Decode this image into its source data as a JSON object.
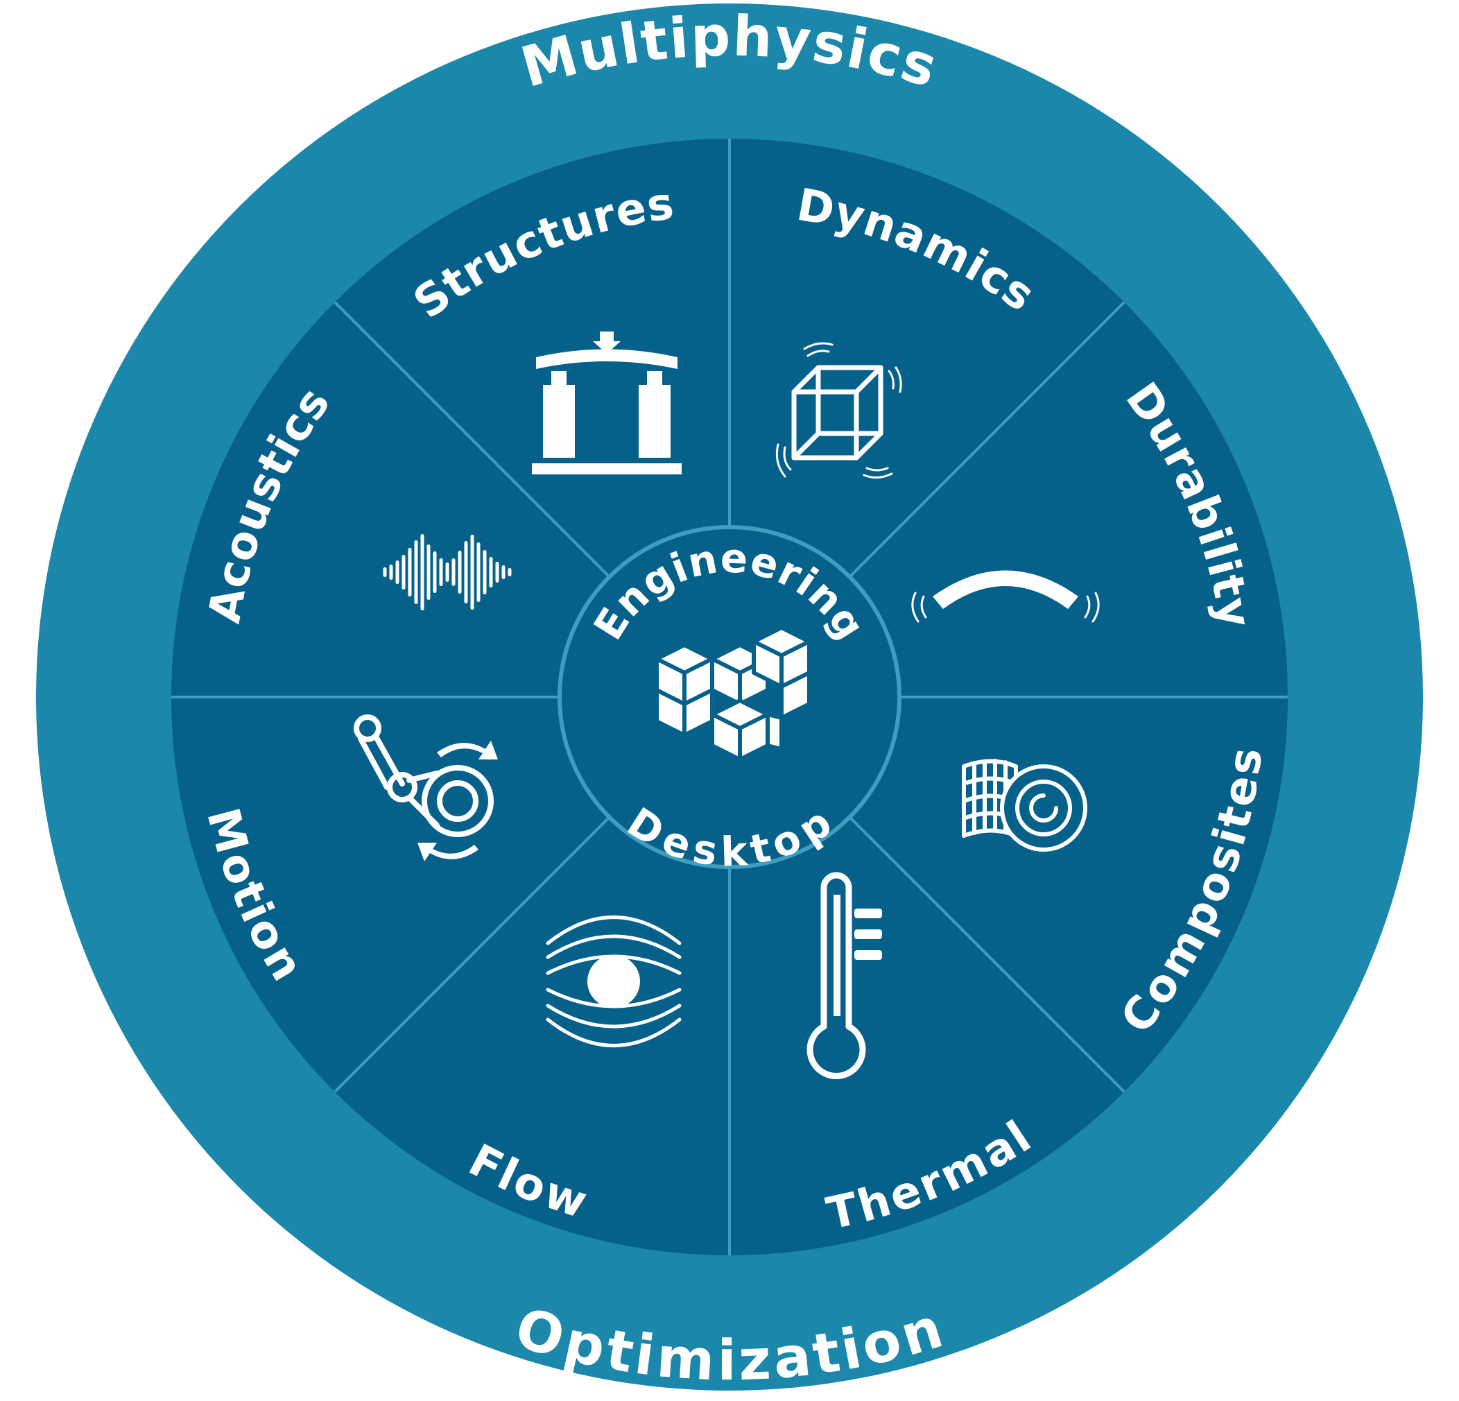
{
  "ring": {
    "top_label": "Multiphysics",
    "bottom_label": "Optimization"
  },
  "hub": {
    "top_label": "Engineering",
    "bottom_label": "Desktop",
    "icon": "cubes-icon"
  },
  "segments": [
    {
      "label": "Structures",
      "icon": "beam-load-icon"
    },
    {
      "label": "Dynamics",
      "icon": "vibrating-cube-icon"
    },
    {
      "label": "Durability",
      "icon": "cracked-arc-icon"
    },
    {
      "label": "Composites",
      "icon": "fiber-roll-icon"
    },
    {
      "label": "Thermal",
      "icon": "thermometer-icon"
    },
    {
      "label": "Flow",
      "icon": "flow-cylinder-icon"
    },
    {
      "label": "Motion",
      "icon": "linkage-rotation-icon"
    },
    {
      "label": "Acoustics",
      "icon": "sound-wave-icon"
    }
  ],
  "colors": {
    "outer_ring": "#1a87ab",
    "segment_fill": "#06618a",
    "divider": "#3f9dc0",
    "text": "#ffffff"
  }
}
